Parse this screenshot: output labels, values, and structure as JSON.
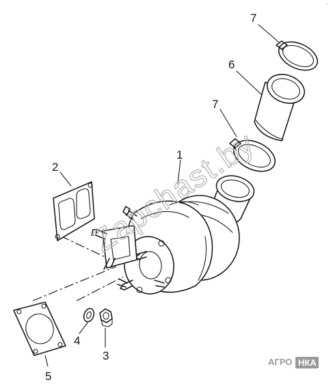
{
  "callouts": {
    "c1": "1",
    "c2": "2",
    "c3": "3",
    "c4": "4",
    "c5": "5",
    "c6": "6",
    "c7a": "7",
    "c7b": "7"
  },
  "watermark": "Zapchast.by",
  "logo": {
    "left": "АГРО",
    "right": "НКА",
    "accent_color": "#8a8a8a"
  },
  "corner_mark": "~",
  "colors": {
    "line": "#1a1a1a",
    "watermark": "#b8b8b8"
  }
}
